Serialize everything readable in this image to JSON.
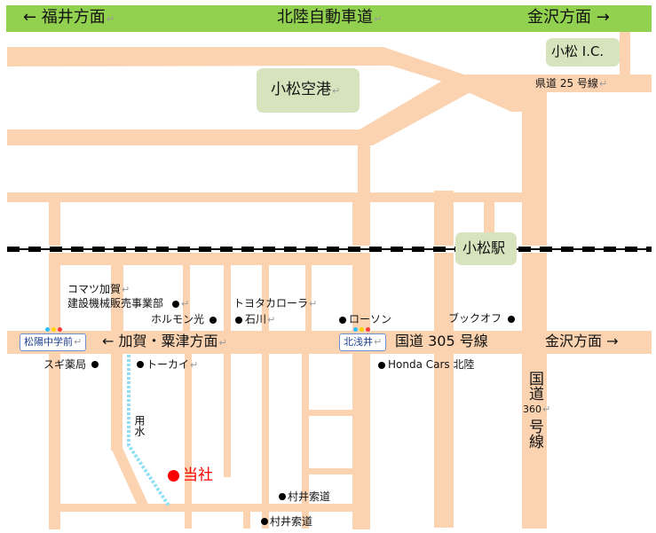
{
  "colors": {
    "banner": "#92d050",
    "road": "#fbd3b1",
    "poi_box": "#d6e3bc",
    "company": "#ff0000",
    "waterway": "#8fe0f5"
  },
  "banner": {
    "left": "← 福井方面",
    "center": "北陸自動車道",
    "right": "金沢方面 →"
  },
  "landmarks": {
    "airport": "小松空港",
    "ic": "小松 I.C.",
    "station": "小松駅"
  },
  "route_labels": {
    "kendo25": "県道 25 号線",
    "kokudo305": "国道 305 号線",
    "kaga_awazu": "← 加賀・粟津方面",
    "kanazawa": "金沢方面 →"
  },
  "kokudo360": {
    "line1": "国道",
    "num": "360",
    "line2": "号線"
  },
  "intersections": {
    "shoyo": "松陽中学前",
    "kitaazai": "北浅井"
  },
  "pois": {
    "komatsu_kaga_1": "コマツ加賀",
    "komatsu_kaga_2": "建設機械販売事業部",
    "horumon": "ホルモン光",
    "toyota": "トヨタカローラ",
    "ishikawa": "石川",
    "lawson": "ローソン",
    "bookoff": "ブックオフ",
    "sugi": "スギ薬局",
    "tokai": "トーカイ",
    "honda": "Honda Cars 北陸",
    "murai1": "村井索道",
    "murai2": "村井索道"
  },
  "waterway": {
    "label": "用水"
  },
  "company": {
    "label": "当社"
  }
}
